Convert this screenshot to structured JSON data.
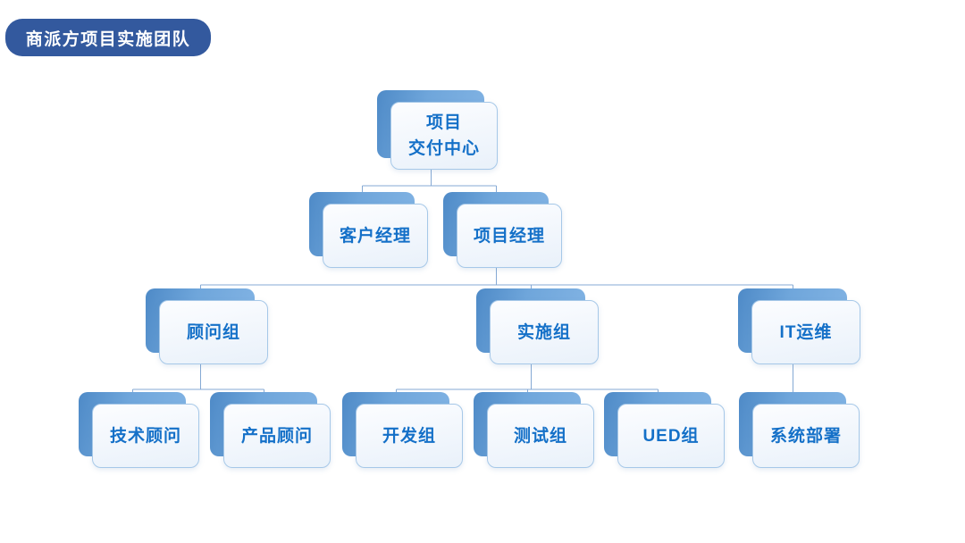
{
  "title_badge": {
    "label": "商派方项目实施团队"
  },
  "theme": {
    "canvas_bg": "#FFFFFF",
    "badge_bg": "#33599E",
    "badge_text": "#FFFFFF",
    "node_text": "#1470C8",
    "card_border": "#A6C8E8",
    "card_bg_top": "#FCFDFF",
    "card_bg_bottom": "#E9F1FA",
    "shape_gradient_left": "#4E8AC7",
    "shape_gradient_mid": "#6FA6DB",
    "shape_gradient_right": "#83B4E4",
    "connector": "#85A9D4"
  },
  "org": {
    "nodes": [
      {
        "id": "delivery-center",
        "lines": [
          "项目",
          "交付中心"
        ]
      },
      {
        "id": "account-manager",
        "lines": [
          "客户经理"
        ]
      },
      {
        "id": "project-manager",
        "lines": [
          "项目经理"
        ]
      },
      {
        "id": "consultant-group",
        "lines": [
          "顾问组"
        ]
      },
      {
        "id": "implementation-group",
        "lines": [
          "实施组"
        ]
      },
      {
        "id": "it-ops",
        "lines": [
          "IT运维"
        ]
      },
      {
        "id": "tech-consultant",
        "lines": [
          "技术顾问"
        ]
      },
      {
        "id": "product-consultant",
        "lines": [
          "产品顾问"
        ]
      },
      {
        "id": "dev-group",
        "lines": [
          "开发组"
        ]
      },
      {
        "id": "test-group",
        "lines": [
          "测试组"
        ]
      },
      {
        "id": "ued-group",
        "lines": [
          "UED组"
        ]
      },
      {
        "id": "system-deploy",
        "lines": [
          "系统部署"
        ]
      }
    ],
    "links": [
      {
        "parent": "delivery-center",
        "children": [
          "account-manager",
          "project-manager"
        ]
      },
      {
        "parent": "project-manager",
        "children": [
          "consultant-group",
          "implementation-group",
          "it-ops"
        ]
      },
      {
        "parent": "consultant-group",
        "children": [
          "tech-consultant",
          "product-consultant"
        ]
      },
      {
        "parent": "implementation-group",
        "children": [
          "dev-group",
          "test-group",
          "ued-group"
        ]
      },
      {
        "parent": "it-ops",
        "children": [
          "system-deploy"
        ]
      }
    ]
  }
}
